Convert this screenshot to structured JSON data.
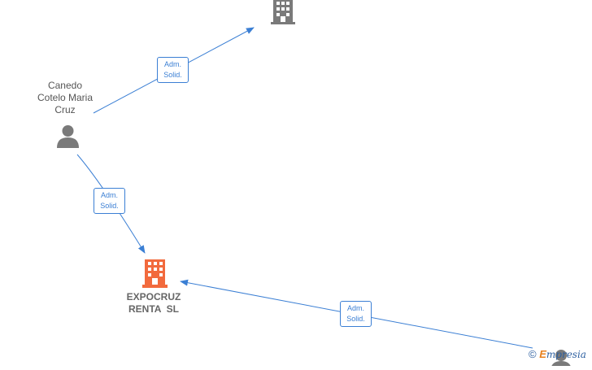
{
  "nodes": {
    "person_main": {
      "label": "Canedo\nCotelo Maria\nCruz",
      "type": "person"
    },
    "company_top": {
      "label": "",
      "type": "company"
    },
    "company_main": {
      "label": "EXPOCRUZ\nRENTA  SL",
      "type": "company",
      "color": "#f26a3d"
    },
    "person_bottom_right": {
      "label": "",
      "type": "person"
    }
  },
  "edges": [
    {
      "from": "person_main",
      "to": "company_top",
      "line1": "Adm.",
      "line2": "Solid."
    },
    {
      "from": "person_main",
      "to": "company_main",
      "line1": "Adm.",
      "line2": "Solid."
    },
    {
      "from": "person_bottom_right",
      "to": "company_main",
      "line1": "Adm.",
      "line2": "Solid."
    }
  ],
  "colors": {
    "edge": "#3b7fd4",
    "icon_gray": "#7a7a7a",
    "company_highlight": "#f26a3d"
  },
  "watermark": {
    "symbol": "©",
    "brand_first": "E",
    "brand_rest": "mpresia"
  }
}
